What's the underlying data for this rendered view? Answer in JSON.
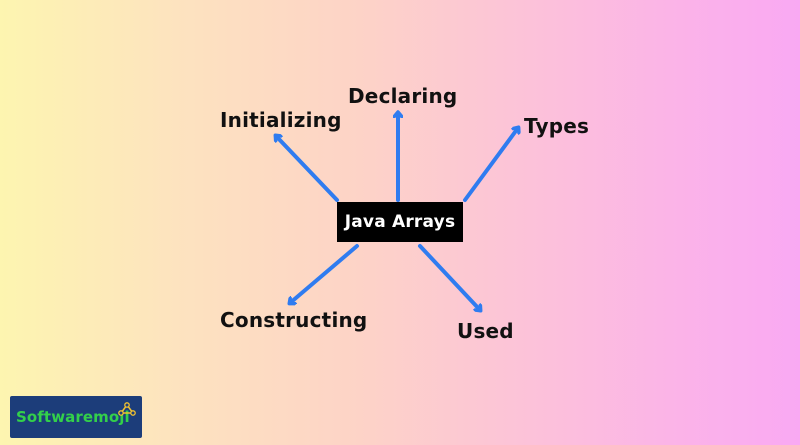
{
  "diagram": {
    "center": {
      "label": "Java Arrays"
    },
    "branches": [
      {
        "id": "declaring",
        "label": "Declaring"
      },
      {
        "id": "initializing",
        "label": "Initializing"
      },
      {
        "id": "types",
        "label": "Types"
      },
      {
        "id": "constructing",
        "label": "Constructing"
      },
      {
        "id": "used",
        "label": "Used"
      }
    ],
    "arrow_color": "#2f7cf0"
  },
  "branding": {
    "logo_text": "Softwaremoji",
    "logo_bg": "#1c3d7a",
    "logo_text_color": "#33d04a"
  },
  "background": {
    "left_color": "#fdf5b0",
    "right_color": "#f9a9f3"
  }
}
